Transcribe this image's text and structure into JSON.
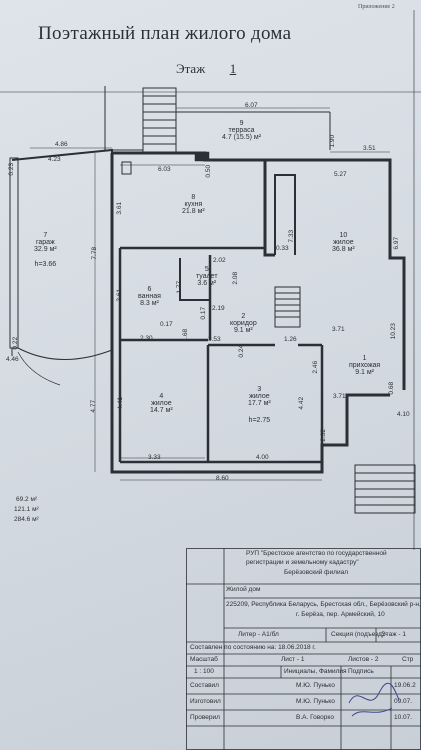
{
  "header": {
    "appendix": "Приложение 2",
    "title": "Поэтажный план жилого дома",
    "floor_label": "Этаж",
    "floor_number": "1"
  },
  "rooms": [
    {
      "num": "1",
      "name": "прихожая",
      "area": "9.1 м²"
    },
    {
      "num": "2",
      "name": "коридор",
      "area": "9.1 м²"
    },
    {
      "num": "3",
      "name": "жилое",
      "area": "17.7 м²",
      "extra": "h=2.75"
    },
    {
      "num": "4",
      "name": "жилое",
      "area": "14.7 м²"
    },
    {
      "num": "5",
      "name": "туалет",
      "area": "3.6 м²"
    },
    {
      "num": "6",
      "name": "ванная",
      "area": "8.3 м²"
    },
    {
      "num": "7",
      "name": "гараж",
      "area": "32.9 м²",
      "extra": "h=3.66"
    },
    {
      "num": "8",
      "name": "кухня",
      "area": "21.8 м²"
    },
    {
      "num": "9",
      "name": "терраса",
      "area": "4.7 (15.5) м²"
    },
    {
      "num": "10",
      "name": "жилое",
      "area": "36.8 м²"
    }
  ],
  "dims": {
    "d607": "6.07",
    "d486": "4.86",
    "d423": "4.23",
    "d603": "6.03",
    "d050": "0.50",
    "d190": "1.90",
    "d351": "3.51",
    "d527": "5.27",
    "d361a": "3.61",
    "d733": "7.33",
    "d033": "0.33",
    "d697": "6.97",
    "d778": "7.78",
    "d202": "2.02",
    "d177": "1.77",
    "d208": "2.08",
    "d219": "2.19",
    "d361b": "3.61",
    "d017a": "0.17",
    "d017b": "0.17",
    "d371a": "3.71",
    "d230": "2.30",
    "d168": "1.68",
    "d353": "3.53",
    "d024": "0.24",
    "d126": "1.26",
    "d246": "2.46",
    "d023": "0.23",
    "d022": "0.22",
    "d446": "4.46",
    "d1023": "10.23",
    "d068": "0.68",
    "d477": "4.77",
    "d441": "4.41",
    "d371b": "3.71",
    "d442": "4.42",
    "d410": "4.10",
    "d232": "2.32",
    "d333": "3.33",
    "d400": "4.00",
    "d860": "8.60"
  },
  "totals": [
    "69.2 м²",
    "121.1 м²",
    "284.6 м²"
  ],
  "stamp": {
    "org1": "РУП \"Брестское агентство по государственной",
    "org2": "регистрации и земельному кадастру\"",
    "org3": "Берёзовский филиал",
    "object": "Жилой дом",
    "address1": "225209, Республика Беларусь, Брестская обл., Берёзовский р-н,",
    "address2": "г. Берёза, пер. Армейский, 10",
    "liter": "Литер - А1/бл",
    "section": "Секция (подъезд) -",
    "floor": "Этаж - 1",
    "compiled": "Составлен по состоянию на: 18.06.2018 г.",
    "scale_label": "Масштаб",
    "sheet": "Лист - 1",
    "sheets": "Листов - 2",
    "str": "Стр",
    "scale": "1 : 100",
    "initials": "Инициалы, Фамилия",
    "signature_label": "Подпись",
    "role1": "Составил",
    "name1": "М.Ю. Пунько",
    "date1": "19.06.2",
    "role2": "Изготовил",
    "name2": "М.Ю. Пунько",
    "date2": "09.07.",
    "role3": "Проверил",
    "name3": "В.А. Говорко",
    "date3": "10.07."
  }
}
